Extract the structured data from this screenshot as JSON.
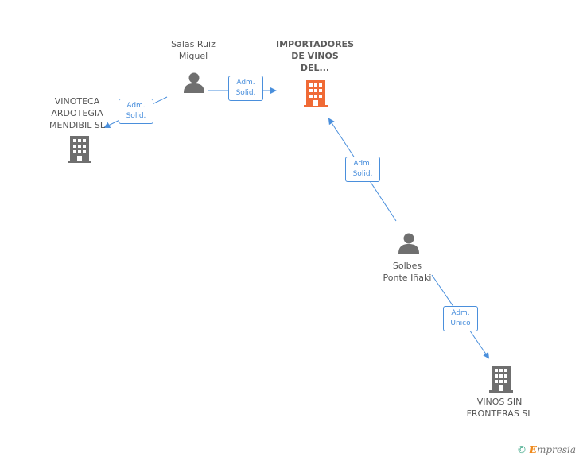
{
  "colors": {
    "accent": "#4a8fdc",
    "main_company": "#f06a35",
    "company": "#6f6f6f",
    "person": "#6f6f6f",
    "text": "#555555"
  },
  "nodes": {
    "salas": {
      "lines": [
        "Salas Ruiz",
        "Miguel"
      ],
      "icon": "person-icon"
    },
    "importadores": {
      "lines": [
        "IMPORTADORES",
        "DE VINOS",
        "DEL..."
      ],
      "icon": "building-icon"
    },
    "vinoteca": {
      "lines": [
        "VINOTECA",
        "ARDOTEGIA",
        "MENDIBIL SL"
      ],
      "icon": "building-icon"
    },
    "solbes": {
      "lines": [
        "Solbes",
        "Ponte Iñaki"
      ],
      "icon": "person-icon"
    },
    "vinos": {
      "lines": [
        "VINOS SIN",
        "FRONTERAS SL"
      ],
      "icon": "building-icon"
    }
  },
  "relations": [
    {
      "from": "Salas Ruiz Miguel",
      "to": "VINOTECA ARDOTEGIA MENDIBIL SL",
      "lines": [
        "Adm.",
        "Solid."
      ]
    },
    {
      "from": "Salas Ruiz Miguel",
      "to": "IMPORTADORES DE VINOS DEL...",
      "lines": [
        "Adm.",
        "Solid."
      ]
    },
    {
      "from": "Solbes Ponte Iñaki",
      "to": "IMPORTADORES DE VINOS DEL...",
      "lines": [
        "Adm.",
        "Solid."
      ]
    },
    {
      "from": "Solbes Ponte Iñaki",
      "to": "VINOS SIN FRONTERAS SL",
      "lines": [
        "Adm.",
        "Unico"
      ]
    }
  ],
  "footer": {
    "copyright": "©",
    "brand_first": "E",
    "brand_rest": "mpresia"
  }
}
